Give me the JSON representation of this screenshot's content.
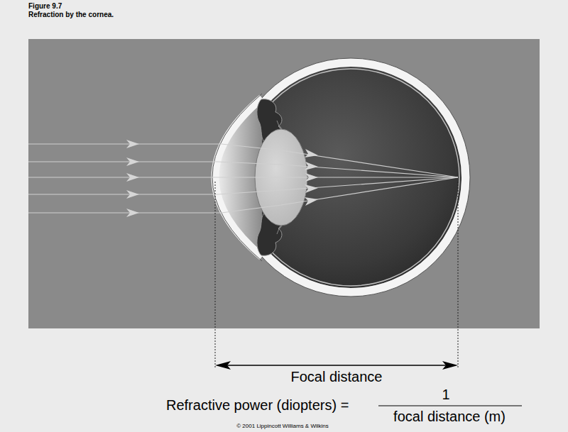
{
  "diagram": {
    "title": "Figure 9.7",
    "caption": "Refraction by the cornea.",
    "labels": [
      "Focal distance",
      "Refractive power (diopters) =",
      "1",
      "focal distance (m)",
      "© 2001 Lippincott Williams & Wilkins"
    ]
  }
}
